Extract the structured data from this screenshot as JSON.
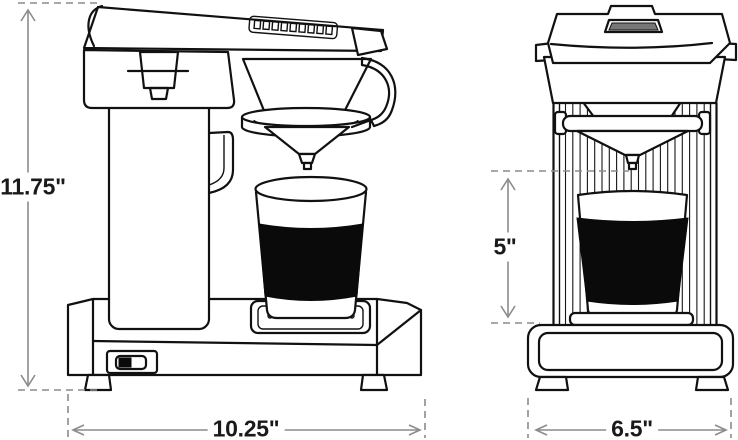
{
  "diagram": {
    "type": "product-dimension-diagram",
    "subject": "coffee-maker-line-drawing",
    "views": 2
  },
  "dimensions": {
    "height": "11.75\"",
    "width": "10.25\"",
    "clearance": "5\"",
    "depth": "6.5\""
  },
  "colors": {
    "line_art": "#111111",
    "dimension_lines": "#8c8c8c",
    "label_text": "#1a1a1a",
    "background": "#ffffff",
    "cup_sleeve": "#0a0a0a",
    "vent_fill": "#777777"
  }
}
